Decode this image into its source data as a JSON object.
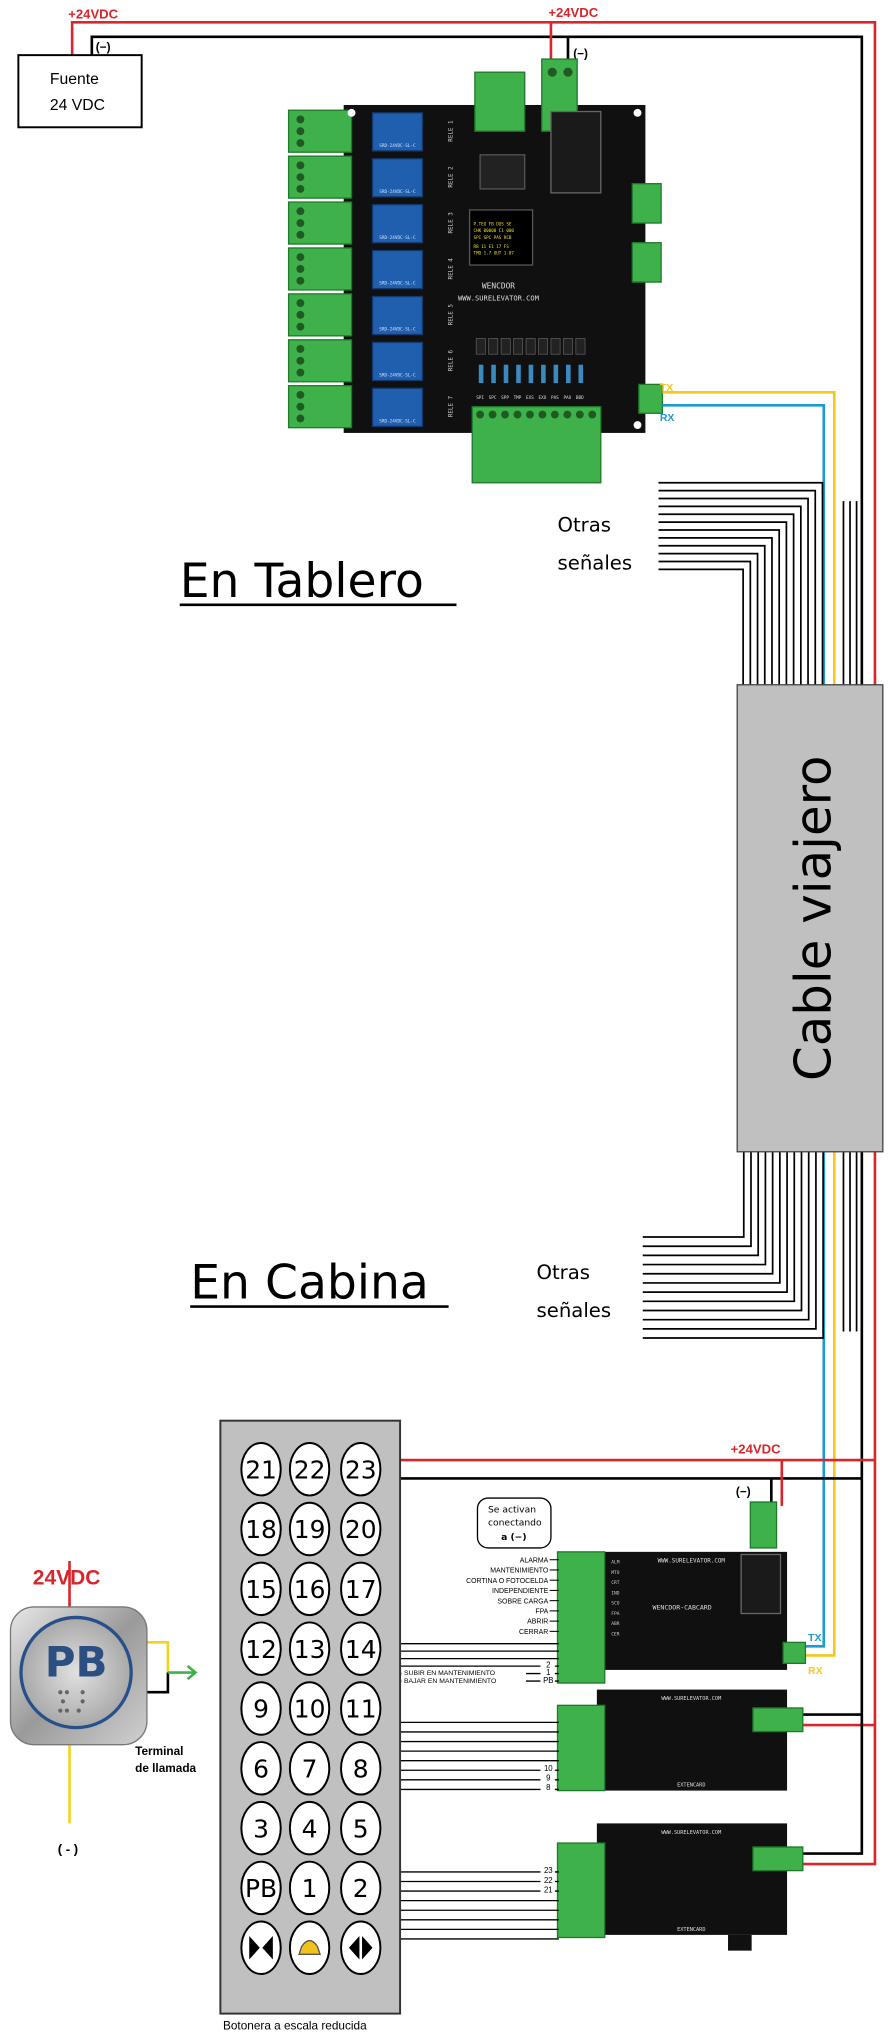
{
  "power": {
    "plus_label": "+24VDC",
    "minus_label": "(−)",
    "supply_line1": "Fuente",
    "supply_line2": "24 VDC"
  },
  "sections": {
    "tablero": "En Tablero",
    "cabina": "En Cabina",
    "other_signals_1": "Otras",
    "other_signals_2": "señales",
    "cable": "Cable viajero"
  },
  "main_board": {
    "brand": "WENCDOR",
    "url": "WWW.SURELEVATOR.COM",
    "relay_model": "SRD-24VDC-SL-C",
    "relays": [
      "RELE 1",
      "RELE 2",
      "RELE 3",
      "RELE 4",
      "RELE 5",
      "RELE 6",
      "RELE 7"
    ],
    "input_labels": [
      "SPI",
      "SPC",
      "SPP",
      "TMP",
      "EXS",
      "EXO",
      "PAS",
      "PAO",
      "BBD"
    ],
    "tx": "TX",
    "rx": "RX"
  },
  "cab": {
    "bubble_1": "Se activan",
    "bubble_2": "conectando",
    "bubble_3": "a (−)",
    "board_url": "WWW.SURELEVATOR.COM",
    "board_name": "WENCDOR-CABCARD",
    "ext_name": "EXTENCARD",
    "inputs": [
      "ALARMA",
      "MANTENIMIENTO",
      "CORTINA O  FOTOCELDA",
      "INDEPENDIENTE",
      "SOBRE CARGA",
      "FPA",
      "ABRIR",
      "CERRAR"
    ],
    "board_side": [
      "ALM",
      "MTO",
      "CRT",
      "IND",
      "SCO",
      "FPA",
      "ABR",
      "CER"
    ],
    "floor_2": "2",
    "floor_1": "1",
    "floor_pb": "PB",
    "subir": "SUBIR EN MANTENIMIENTO",
    "bajar": "BAJAR EN MANTENIMIENTO",
    "ext1_floors": [
      "10",
      "9",
      "8"
    ],
    "ext2_floors": [
      "23",
      "22",
      "21"
    ],
    "tx": "TX",
    "rx": "RX"
  },
  "botonera": {
    "caption": "Botonera a escala reducida",
    "rows": [
      [
        "21",
        "22",
        "23"
      ],
      [
        "18",
        "19",
        "20"
      ],
      [
        "15",
        "16",
        "17"
      ],
      [
        "12",
        "13",
        "14"
      ],
      [
        "9",
        "10",
        "11"
      ],
      [
        "6",
        "7",
        "8"
      ],
      [
        "3",
        "4",
        "5"
      ],
      [
        "PB",
        "1",
        "2"
      ]
    ],
    "icons": [
      "close-door-icon",
      "alarm-bell-icon",
      "open-door-icon"
    ]
  },
  "hall_button": {
    "label": "PB",
    "supply": "24VDC",
    "ground": "( - )",
    "terminal_1": "Terminal",
    "terminal_2": "de llamada"
  },
  "colors": {
    "red": "#d9262c",
    "black": "#000000",
    "yellow": "#f4c81e",
    "blue": "#1b9ad6",
    "green": "#3fb14a",
    "board": "#101010",
    "relay": "#1f5fae"
  }
}
